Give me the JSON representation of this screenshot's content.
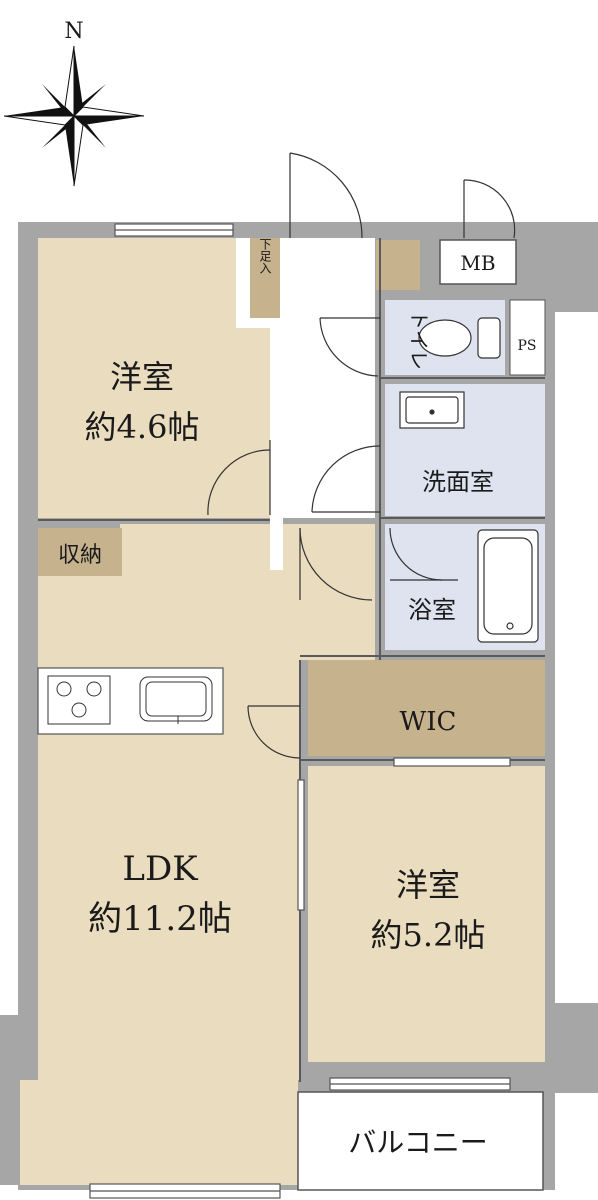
{
  "compass": {
    "north_label": "N"
  },
  "rooms": {
    "western_room_1": {
      "name": "洋室",
      "size": "約4.6帖"
    },
    "western_room_2": {
      "name": "洋室",
      "size": "約5.2帖"
    },
    "ldk": {
      "name": "LDK",
      "size": "約11.2帖"
    },
    "washroom": {
      "name": "洗面室"
    },
    "bathroom": {
      "name": "浴室"
    },
    "toilet": {
      "name": "トイレ"
    },
    "wic": {
      "name": "WIC"
    },
    "storage": {
      "name": "収納"
    },
    "shoe_box": {
      "name": "下足入"
    },
    "pipe_space": {
      "name": "PS"
    },
    "meter_box": {
      "name": "MB"
    },
    "balcony": {
      "name": "バルコニー"
    }
  },
  "colors": {
    "wall": "#a6a6a6",
    "room_beige": "#eadcbf",
    "wic_brown": "#c7b28e",
    "wet_area_blue": "#dfe3ef",
    "corridor": "#ffffff",
    "line": "#5a5a5a"
  }
}
